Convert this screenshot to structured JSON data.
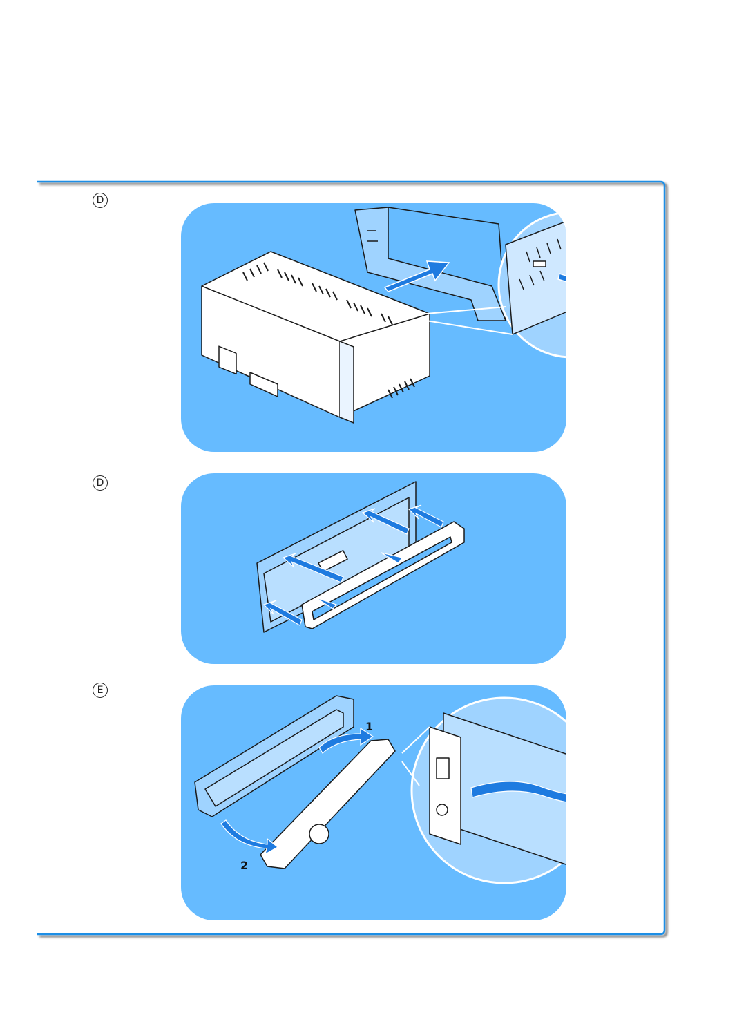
{
  "steps": [
    {
      "letter": "D",
      "callouts": []
    },
    {
      "letter": "D",
      "callouts": []
    },
    {
      "letter": "E",
      "callouts": [
        "1",
        "2"
      ]
    }
  ],
  "colors": {
    "frame": "#1a8ee6",
    "panel": "#66bbff",
    "arrow": "#1e7be0",
    "line": "#1a1a1a"
  }
}
